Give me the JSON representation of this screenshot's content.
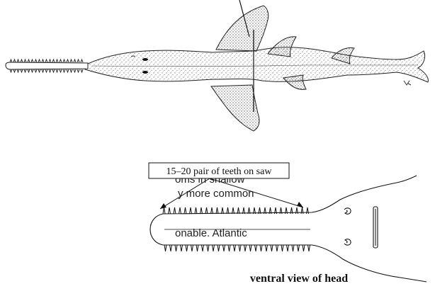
{
  "text_fragments": [
    {
      "id": "frag1",
      "text": "oms  in  shallow"
    },
    {
      "id": "frag2",
      "text": "y more common"
    },
    {
      "id": "frag3",
      "text": "onable.  Atlantic"
    }
  ],
  "callout": {
    "label": "15–20 pair of teeth on saw"
  },
  "caption": "ventral view of head"
}
